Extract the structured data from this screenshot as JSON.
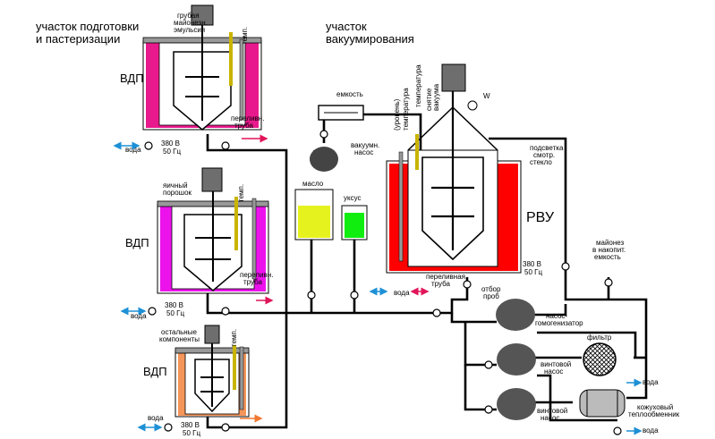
{
  "sections": {
    "prep_line1": "участок подготовки",
    "prep_line2": "и пастеризации",
    "vacuum_line1": "участок",
    "vacuum_line2": "вакуумирования"
  },
  "vessels": {
    "vdp": "ВДП",
    "rvu": "РВУ"
  },
  "labels": {
    "coarse_line1": "грубая",
    "coarse_line2": "майонезн.",
    "coarse_line3": "эмульсия",
    "egg_line1": "яичный",
    "egg_line2": "порошок",
    "other_line1": "остальные",
    "other_line2": "компоненты",
    "temp": "темп.",
    "overflow_line1": "переливн.",
    "overflow_line2": "труба",
    "overflow_main_line1": "переливная",
    "overflow_main_line2": "труба",
    "voltage": "380 В",
    "freq": "50 Гц",
    "water": "вода",
    "tank": "емкость",
    "vacuum_pump_line1": "вакуумн.",
    "vacuum_pump_line2": "насос",
    "oil": "масло",
    "vinegar": "уксус",
    "level": "(уровень)",
    "temperature1": "температура",
    "temperature2": "температура",
    "vacuum_release_line1": "снятие",
    "vacuum_release_line2": "вакуума",
    "w": "W",
    "light_line1": "подсветка",
    "light_line2": "смотр.",
    "light_line3": "стекло",
    "sampling_line1": "отбор",
    "sampling_line2": "проб",
    "mayo_line1": "майонез",
    "mayo_line2": "в накопит.",
    "mayo_line3": "емкость",
    "homogenizer_line1": "насос-",
    "homogenizer_line2": "гомогенизатор",
    "filter": "фильтр",
    "screw_pump_line1": "винтовой",
    "screw_pump_line2": "насос",
    "hx_line1": "кожуховый",
    "hx_line2": "теплообменник"
  },
  "colors": {
    "tank1_fill": "#e8198c",
    "tank2_fill": "#ec12ec",
    "tank3_fill": "#f4955a",
    "rvu_fill": "#ff0000",
    "oil_fill": "#e6f21e",
    "vinegar_fill": "#10ee10",
    "water_arrow": "#1e90d6",
    "hot_arrow": "#e0155a",
    "pipe": "#000000"
  }
}
